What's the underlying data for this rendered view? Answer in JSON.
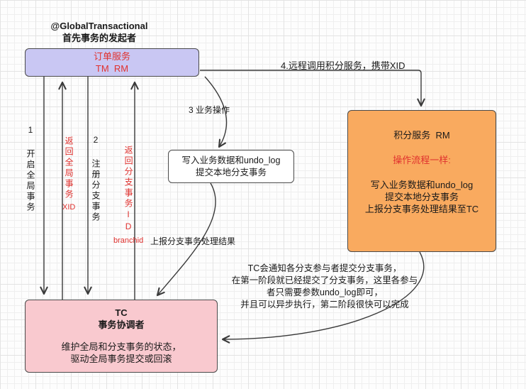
{
  "annotation": {
    "line1": "@GlobalTransactional",
    "line2": "首先事务的发起者"
  },
  "nodes": {
    "order_service": {
      "line1": "订单服务",
      "line2": "TM  RM"
    },
    "points_service": {
      "title": "积分服务  RM",
      "subtitle": "操作流程一样:",
      "steps": [
        "写入业务数据和undo_log",
        "提交本地分支事务",
        "上报分支事务处理结果至TC"
      ]
    },
    "local_branch": {
      "line1": "写入业务数据和undo_log",
      "line2": "提交本地分支事务"
    },
    "tc": {
      "title": "TC",
      "subtitle": "事务协调者",
      "line1": "维护全局和分支事务的状态，",
      "line2": "驱动全局事务提交或回滚"
    }
  },
  "edges": {
    "open_global": "1 开启全局事务",
    "return_xid_cjk": "返回全局事务",
    "return_xid_latin": "XID",
    "register_branch": "2 注册分支事务",
    "return_branchid_cjk": "返回分支事务ID",
    "return_branchid_latin": "branchid",
    "business_op": "3 业务操作",
    "remote_call": "4.远程调用积分服务，携带XID",
    "report_result": "上报分支事务处理结果"
  },
  "note": {
    "line1": "TC会通知各分支参与者提交分支事务，",
    "line2": "在第一阶段就已经提交了分支事务，这里各参与",
    "line3": "者只需要参数undo_log即可，",
    "line4": "并且可以异步执行，第二阶段很快可以完成"
  },
  "colors": {
    "order_fill": "#c9c7f3",
    "points_fill": "#f9aa5f",
    "tc_fill": "#f9c9cf",
    "branch_fill": "#ffffff",
    "red_text": "#e0312e",
    "arrow": "#3a3a3a",
    "border": "#4a4a4a"
  }
}
